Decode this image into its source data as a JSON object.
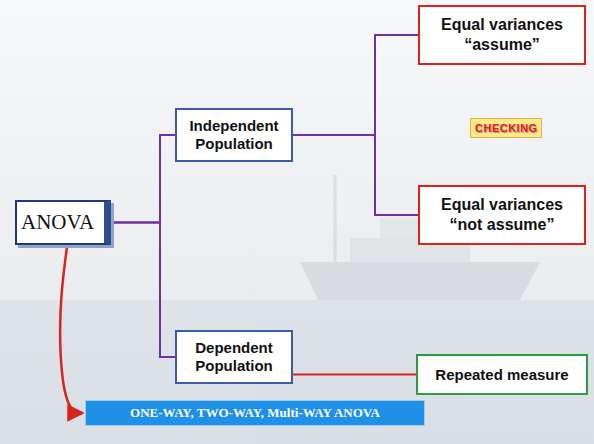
{
  "diagram": {
    "nodes": [
      {
        "text": [
          "ANOVA"
        ]
      },
      {
        "text": [
          "Independent Population"
        ]
      },
      {
        "text": [
          "Equal variances “assume”"
        ]
      },
      {
        "text": [
          "CHECKING"
        ]
      },
      {
        "text": [
          "Equal variances “not assume”"
        ]
      },
      {
        "text": [
          "Dependent Population"
        ]
      },
      {
        "text": [
          "Repeated measure"
        ]
      },
      {
        "text": [
          "ONE-WAY, TWO-WAY, Multi-WAY ANOVA"
        ]
      }
    ],
    "edges": [
      {
        "from": 0,
        "to": 1,
        "arrow": "none"
      },
      {
        "from": 0,
        "to": 5,
        "arrow": "none"
      },
      {
        "from": 1,
        "to": 2,
        "arrow": "none"
      },
      {
        "from": 1,
        "to": 4,
        "arrow": "none"
      },
      {
        "from": 5,
        "to": 6,
        "arrow": "none"
      },
      {
        "from": 0,
        "to": 7,
        "arrow": "to"
      }
    ]
  }
}
